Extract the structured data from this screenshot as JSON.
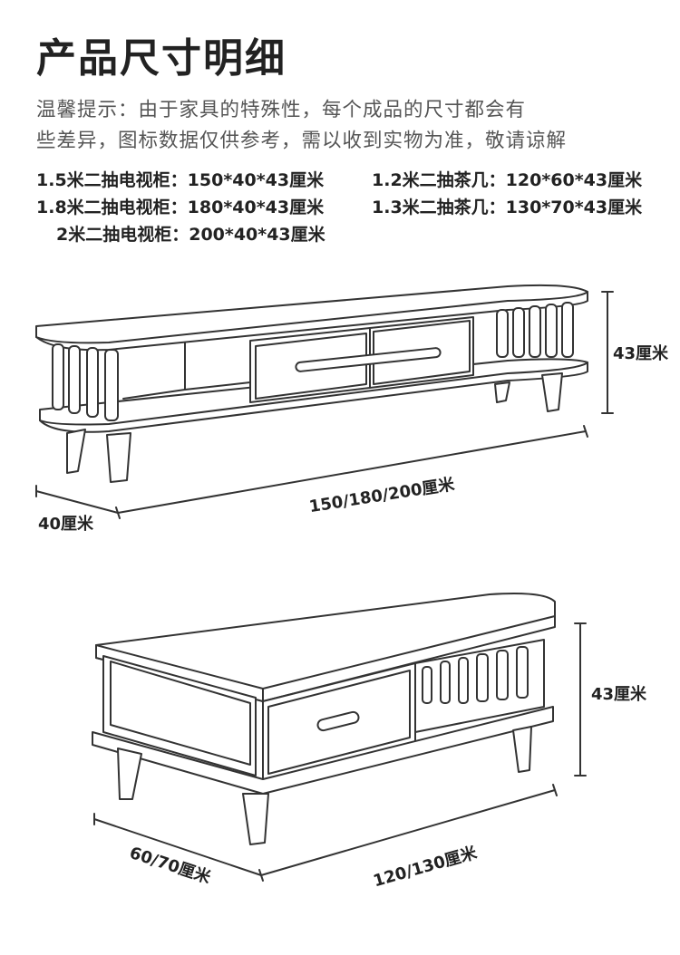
{
  "title": "产品尺寸明细",
  "tip": {
    "line1": "温馨提示：由于家具的特殊性，每个成品的尺寸都会有",
    "line2": "些差异，图标数据仅供参考，需以收到实物为准，敬请谅解"
  },
  "specs": {
    "tv_150": "1.5米二抽电视柜：150*40*43厘米",
    "tv_180": "1.8米二抽电视柜：180*40*43厘米",
    "tv_200": "2米二抽电视柜：200*40*43厘米",
    "table_120": "1.2米二抽茶几：120*60*43厘米",
    "table_130": "1.3米二抽茶几：130*70*43厘米"
  },
  "tv_cabinet": {
    "height": "43厘米",
    "length": "150/180/200厘米",
    "depth": "40厘米"
  },
  "coffee_table": {
    "height": "43厘米",
    "length": "120/130厘米",
    "depth": "60/70厘米"
  }
}
